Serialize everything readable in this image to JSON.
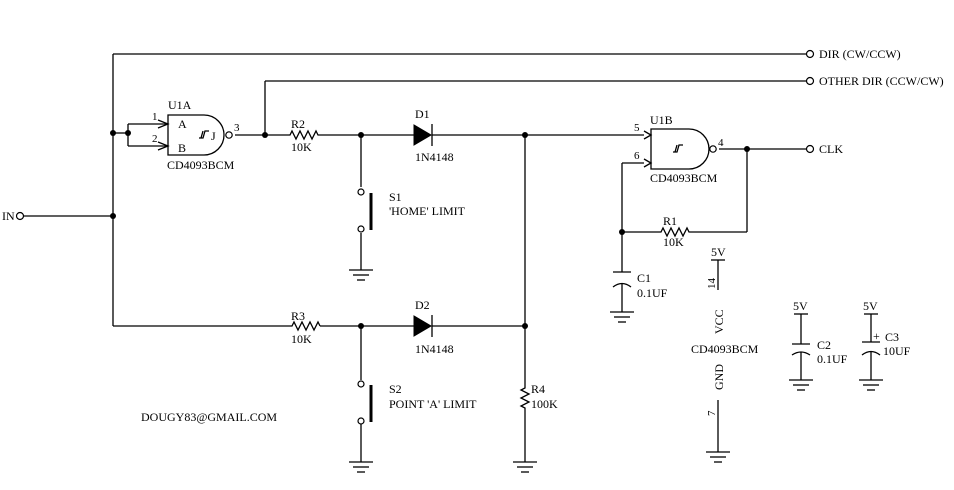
{
  "ports": {
    "in": "IN",
    "dir": "DIR (CW/CCW)",
    "other_dir": "OTHER DIR (CCW/CW)",
    "clk": "CLK"
  },
  "u1a": {
    "ref": "U1A",
    "part": "CD4093BCM",
    "pin1": "1",
    "pin2": "2",
    "pin3": "3",
    "in_a": "A",
    "in_b": "B",
    "out": "J"
  },
  "u1b": {
    "ref": "U1B",
    "part": "CD4093BCM",
    "pin5": "5",
    "pin6": "6",
    "pin4": "4"
  },
  "r1": {
    "ref": "R1",
    "value": "10K"
  },
  "r2": {
    "ref": "R2",
    "value": "10K"
  },
  "r3": {
    "ref": "R3",
    "value": "10K"
  },
  "r4": {
    "ref": "R4",
    "value": "100K"
  },
  "d1": {
    "ref": "D1",
    "part": "1N4148"
  },
  "d2": {
    "ref": "D2",
    "part": "1N4148"
  },
  "s1": {
    "ref": "S1",
    "label": "'HOME' LIMIT"
  },
  "s2": {
    "ref": "S2",
    "label": "POINT 'A' LIMIT"
  },
  "c1": {
    "ref": "C1",
    "value": "0.1UF"
  },
  "c2": {
    "ref": "C2",
    "value": "0.1UF",
    "supply": "5V"
  },
  "c3": {
    "ref": "C3",
    "value": "10UF",
    "supply": "5V",
    "polarity": "+"
  },
  "power": {
    "supply": "5V",
    "vcc_pin": "14",
    "vcc": "VCC",
    "part": "CD4093BCM",
    "gnd": "GND",
    "gnd_pin": "7"
  },
  "credit": "DOUGY83@GMAIL.COM"
}
